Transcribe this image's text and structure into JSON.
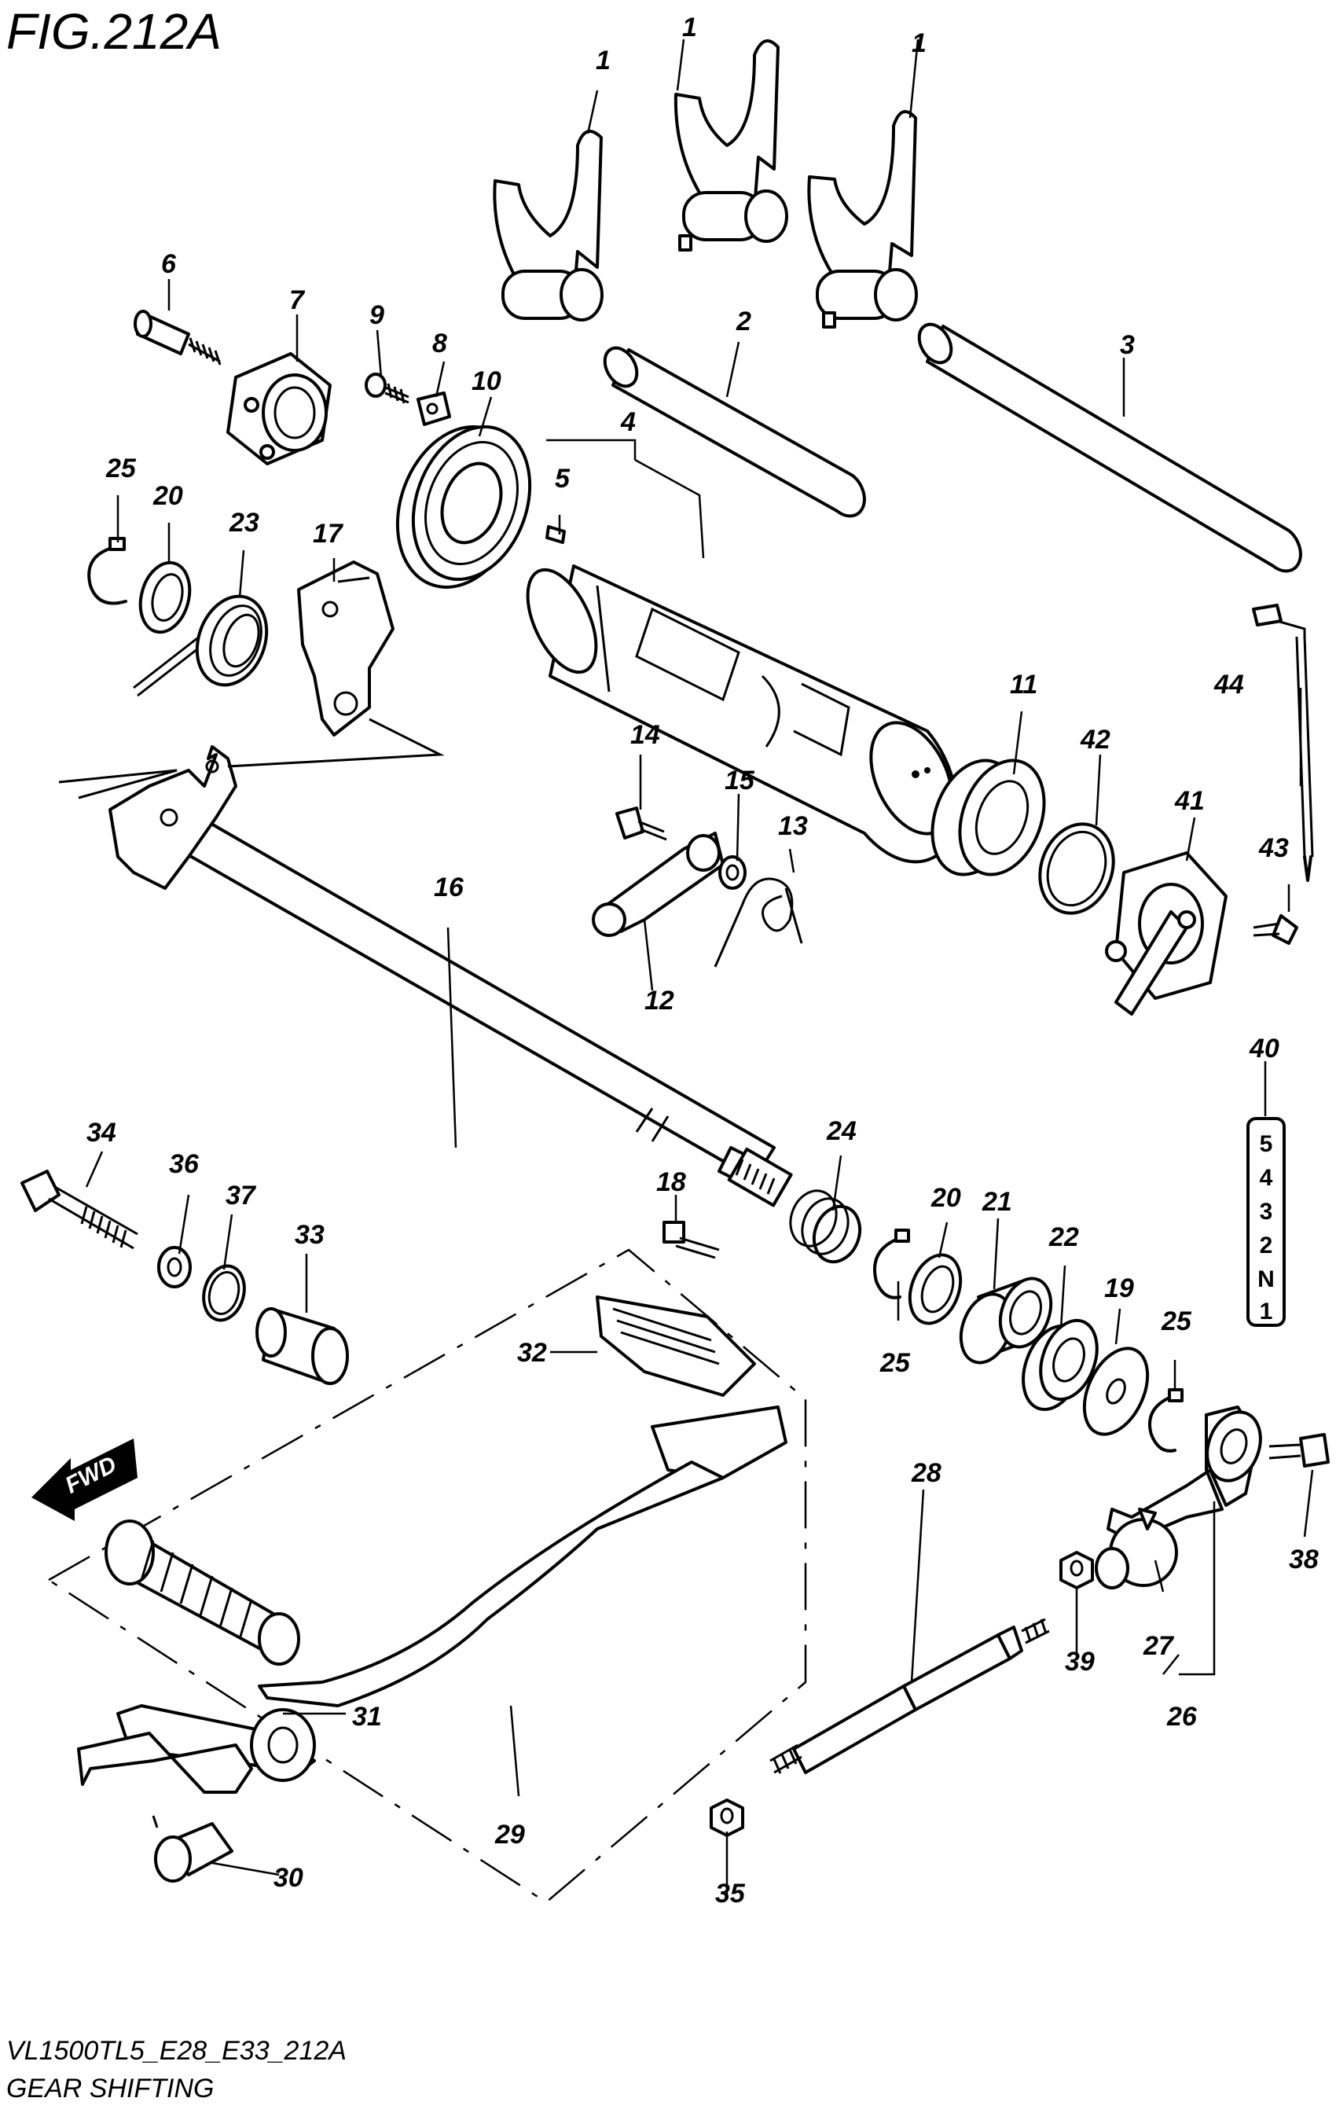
{
  "figure": {
    "title": "FIG.212A",
    "model_code": "VL1500TL5_E28_E33_212A",
    "caption": "GEAR SHIFTING"
  },
  "direction_badge": "FWD",
  "gear_indicator": {
    "callout": "40",
    "gears": [
      "5",
      "4",
      "3",
      "2",
      "N",
      "1"
    ]
  },
  "callouts": {
    "c1a": "1",
    "c1b": "1",
    "c1c": "1",
    "c2": "2",
    "c3": "3",
    "c4": "4",
    "c5": "5",
    "c6": "6",
    "c7": "7",
    "c8": "8",
    "c9": "9",
    "c10": "10",
    "c11": "11",
    "c12": "12",
    "c13": "13",
    "c14": "14",
    "c15": "15",
    "c16": "16",
    "c17": "17",
    "c18": "18",
    "c19": "19",
    "c20a": "20",
    "c20b": "20",
    "c21": "21",
    "c22": "22",
    "c23": "23",
    "c24": "24",
    "c25a": "25",
    "c25b": "25",
    "c25c": "25",
    "c26": "26",
    "c27": "27",
    "c28": "28",
    "c29": "29",
    "c30": "30",
    "c31": "31",
    "c32": "32",
    "c33": "33",
    "c34": "34",
    "c35": "35",
    "c36": "36",
    "c37": "37",
    "c38": "38",
    "c39": "39",
    "c41": "41",
    "c42": "42",
    "c43": "43",
    "c44": "44"
  }
}
